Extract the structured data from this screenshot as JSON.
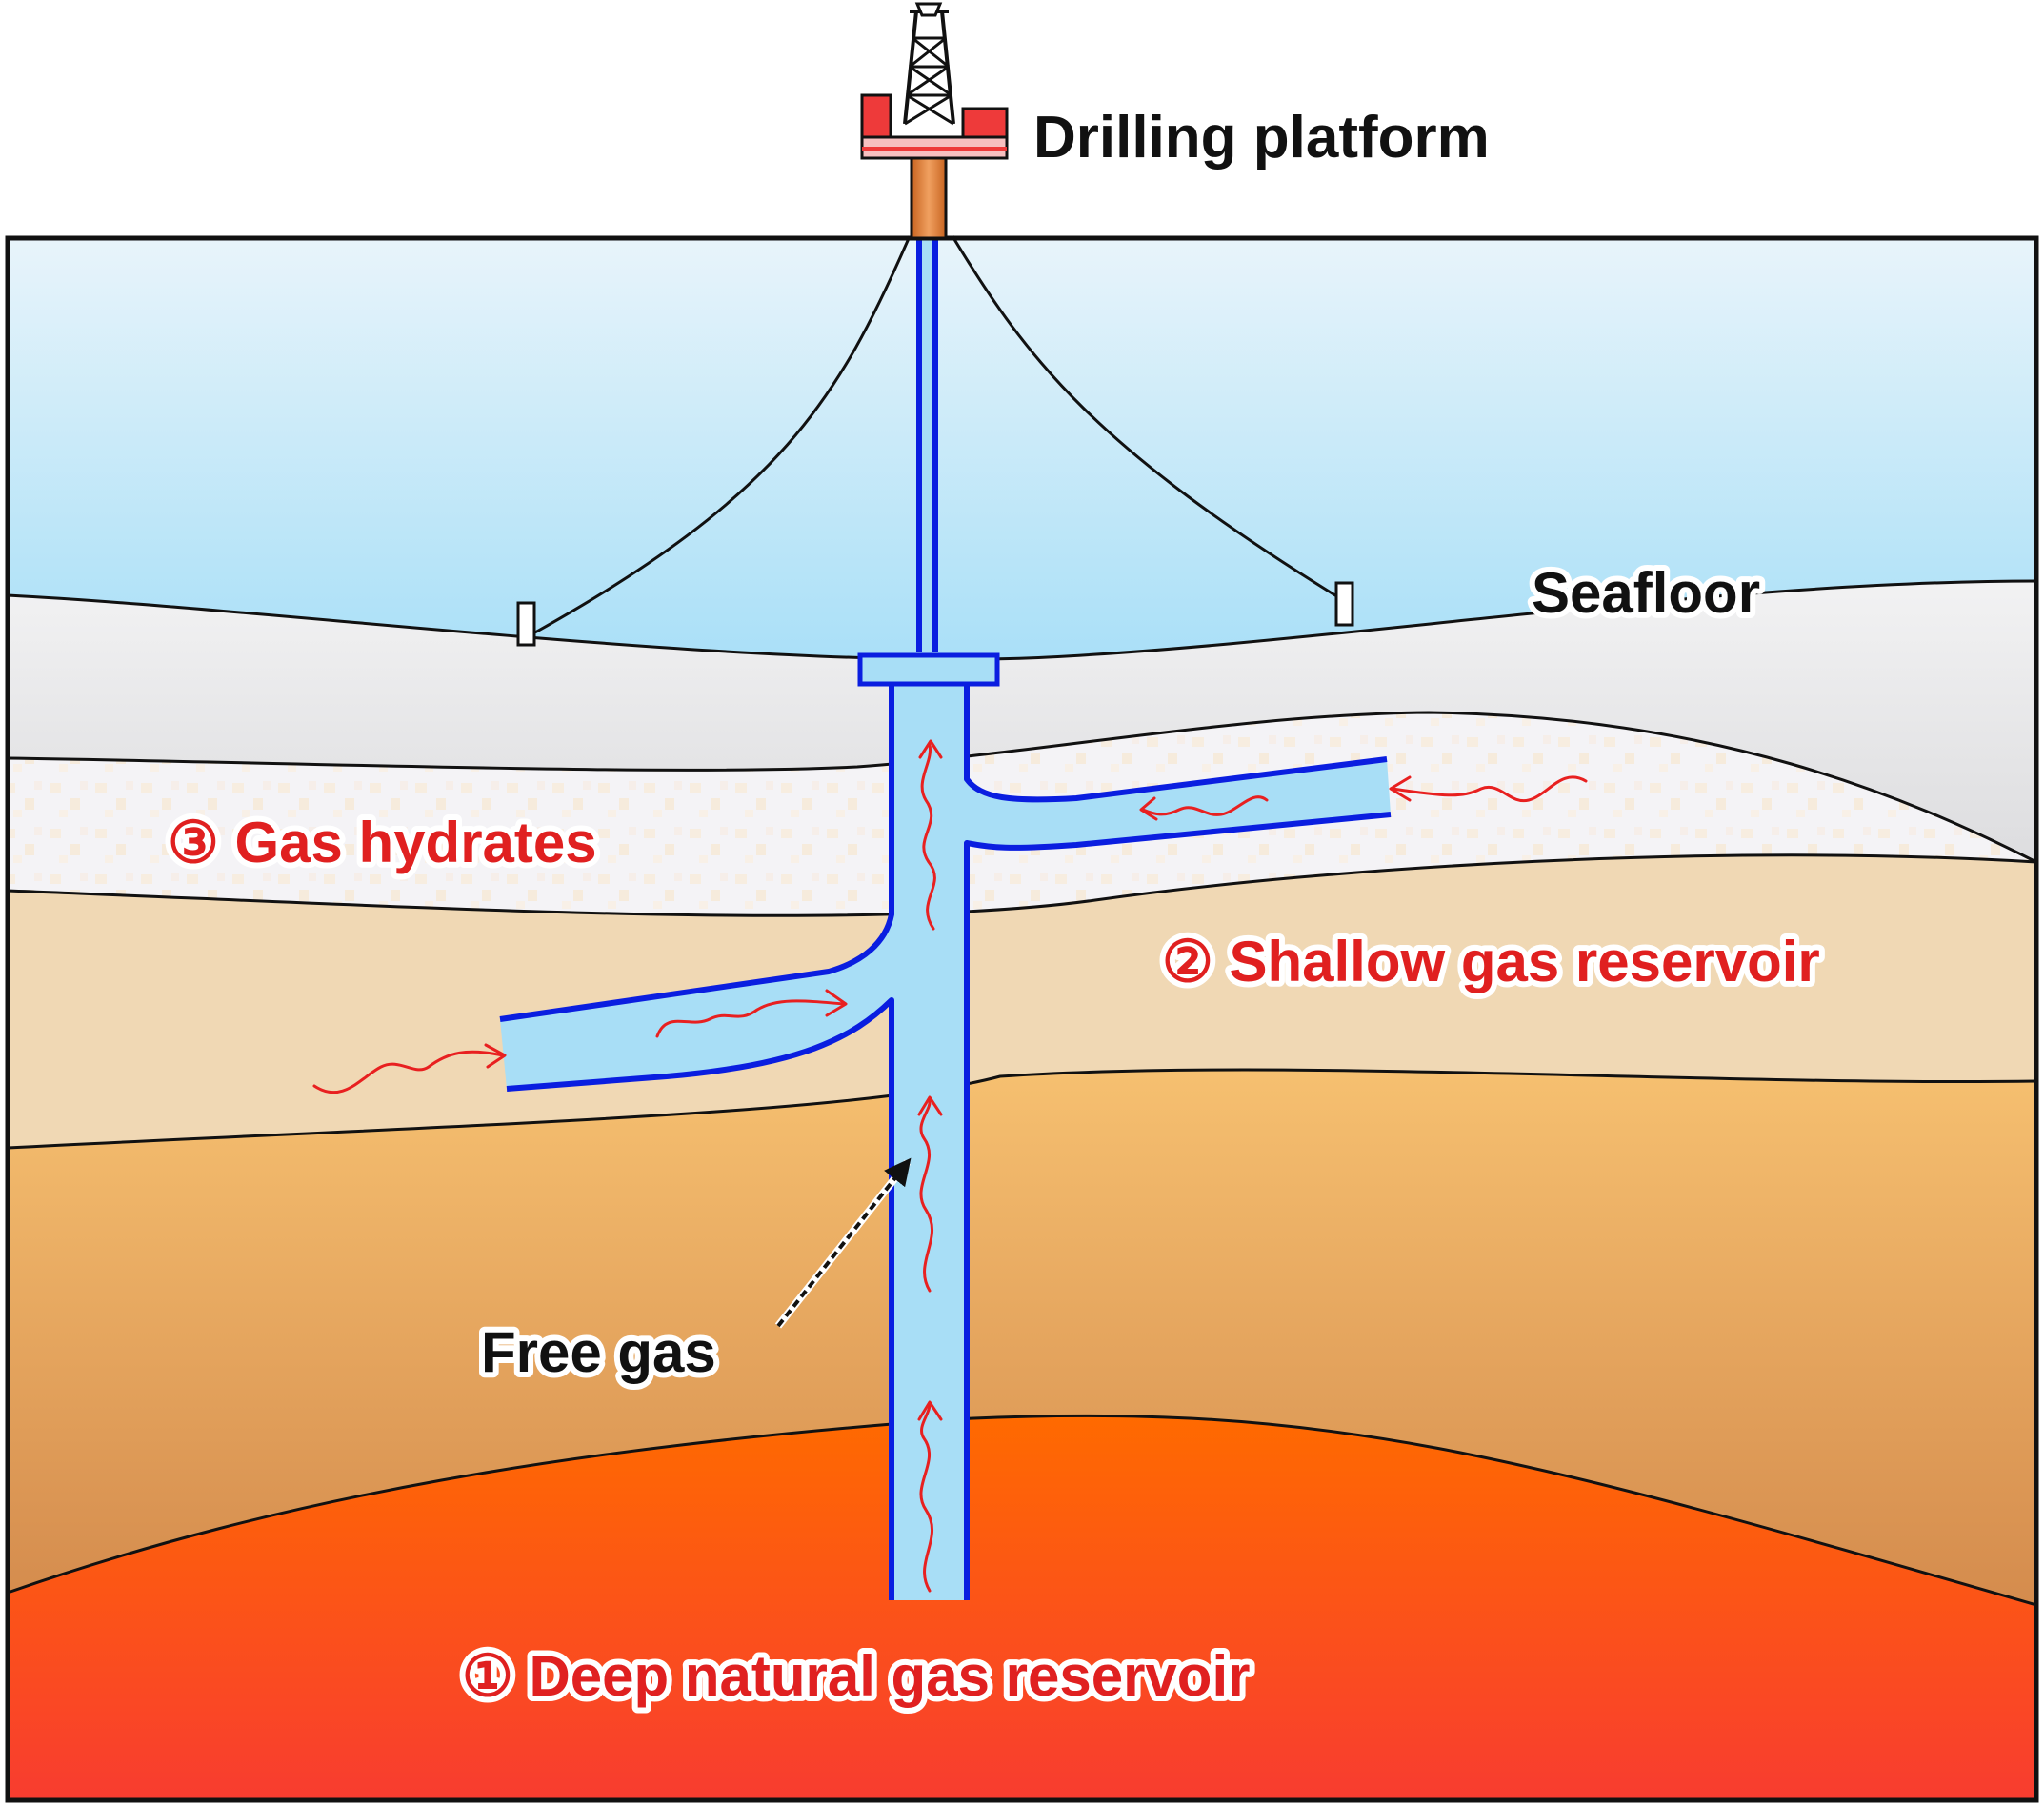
{
  "labels": {
    "platform": "Drilling platform",
    "seafloor": "Seafloor",
    "hydrates": "③ Gas hydrates",
    "shallow": "② Shallow gas reservoir",
    "free_gas": "Free gas",
    "deep": "① Deep natural gas reservoir"
  },
  "colors": {
    "sea_top": "#e8f4fa",
    "sea_bottom": "#12b0f5",
    "seafloor_top": "#f2f2f3",
    "seafloor_bottom": "#96969c",
    "hydrate_layer": "#f4f3f6",
    "shallow_layer": "#f0d8b4",
    "deep_sediment_top": "#f6c070",
    "deep_sediment_bottom": "#c87840",
    "reservoir_top": "#ff6a00",
    "reservoir_bottom": "#f83c30",
    "pipe_fill": "#a8def6",
    "pipe_outline": "#0a1ee0",
    "gas_arrows": "#e82020",
    "label_red": "#e02020",
    "platform_red": "#ee3a3a",
    "riser": "#e07830"
  },
  "icons": [
    "drilling-derrick-icon",
    "mooring-anchor-icon",
    "wellhead-icon",
    "gas-flow-arrow-icon"
  ]
}
